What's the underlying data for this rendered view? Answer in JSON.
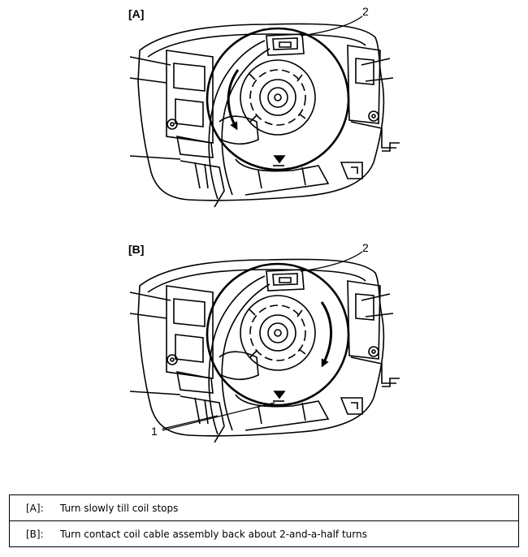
{
  "figures": [
    {
      "label": "[A]",
      "callouts": [
        "2"
      ],
      "rotation": "counterclockwise"
    },
    {
      "label": "[B]",
      "callouts": [
        "2",
        "1"
      ],
      "rotation": "clockwise"
    }
  ],
  "legend": [
    {
      "key": "[A]:",
      "text": "Turn slowly till coil stops"
    },
    {
      "key": "[B]:",
      "text": "Turn contact coil cable assembly back about 2-and-a-half turns"
    }
  ]
}
